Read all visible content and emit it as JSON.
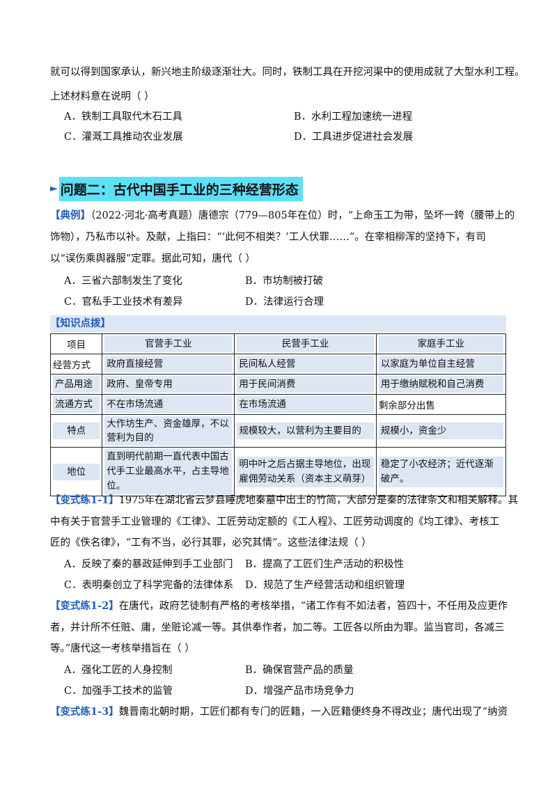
{
  "intro": {
    "line1": "就可以得到国家承认，新兴地主阶级逐渐壮大。同时，铁制工具在开挖河渠中的使用成就了大型水利工程。",
    "line2": "上述材料意在说明（    ）",
    "options": [
      "A．铁制工具取代木石工具",
      "B．水利工程加速统一进程",
      "C．灌溉工具推动农业发展",
      "D．工具进步促进社会发展"
    ]
  },
  "section_title": "问题二：古代中国手工业的三种经营形态",
  "example": {
    "tag": "【典例】",
    "line1": "（2022·河北·高考真题）唐德宗（779—805年在位）时，“上命玉工为带，坠坏一銙（腰带上的",
    "line2": "饰物），乃私市以补。及献，上指曰：“‘此何不相类？’工人伏罪……”。在宰相柳浑的坚持下，有司",
    "line3": "以“误伤乘舆器服”定罪。据此可知，唐代（    ）",
    "options": [
      "A．三省六部制发生了变化",
      "B．市坊制被打破",
      "C．官私手工业技术有差异",
      "D．法律运行合理"
    ]
  },
  "knowledge_tag": "【知识点拨】",
  "table": {
    "headers": [
      "项目",
      "官营手工业",
      "民营手工业",
      "家庭手工业"
    ],
    "rows": [
      [
        "经营方式",
        "政府直接经营",
        "民间私人经营",
        "以家庭为单位自主经营"
      ],
      [
        "产品用途",
        "政府、皇帝专用",
        "用于民间消费",
        "用于缴纳赋税和自己消费"
      ],
      [
        "流通方式",
        "不在市场流通",
        "在市场流通",
        "剩余部分出售"
      ],
      [
        "特点",
        "大作坊生产、资金雄厚，不以营利为目的",
        "规模较大，以营利为主要目的",
        "规模小，资金少"
      ],
      [
        "地位",
        "直到明代前期一直代表中国古代手工业最高水平，占主导地位。",
        "明中叶之后占据主导地位，出现雇佣劳动关系（资本主义萌芽）",
        "稳定了小农经济；近代逐渐破产。"
      ]
    ]
  },
  "ex1": {
    "tag": "【变式练1-1】",
    "line1": "1975年在湖北省云梦县睡虎地秦墓中出土的竹简，大部分是秦的法律条文和相关解释。其",
    "line2": "中有关于官营手工业管理的《工律》、工匠劳动定额的《工人程》、工匠劳动调度的《均工律》、考核工",
    "line3": "匠的《佚名律》，“工有不当，必行其罪，必究其情”。这些法律法规（    ）",
    "options": [
      "A．反映了秦的暴政延伸到手工业部门",
      "B．提高了工匠们生产活动的积极性",
      "C．表明秦创立了科学完备的法律体系",
      "D．规范了生产经营活动和组织管理"
    ]
  },
  "ex2": {
    "tag": "【变式练1-2】",
    "line1": "在唐代，政府艺徒制有严格的考核举措，“诸工作有不如法者，笞四十，不任用及应更作",
    "line2": "者，并计所不任赃、庸，坐赃论减一等。其供奉作者，加二等。工匠各以所由为罪。监当官司，各减三",
    "line3": "等。”唐代这一考核举措旨在（    ）",
    "options": [
      "A．强化工匠的人身控制",
      "B．确保官营产品的质量",
      "C．加强手工技术的监管",
      "D．增强产品市场竞争力"
    ]
  },
  "ex3": {
    "tag": "【变式练1-3】",
    "line1": "魏晋南北朝时期，工匠们都有专门的匠籍，一入匠籍便终身不得改业；唐代出现了“纳资"
  }
}
